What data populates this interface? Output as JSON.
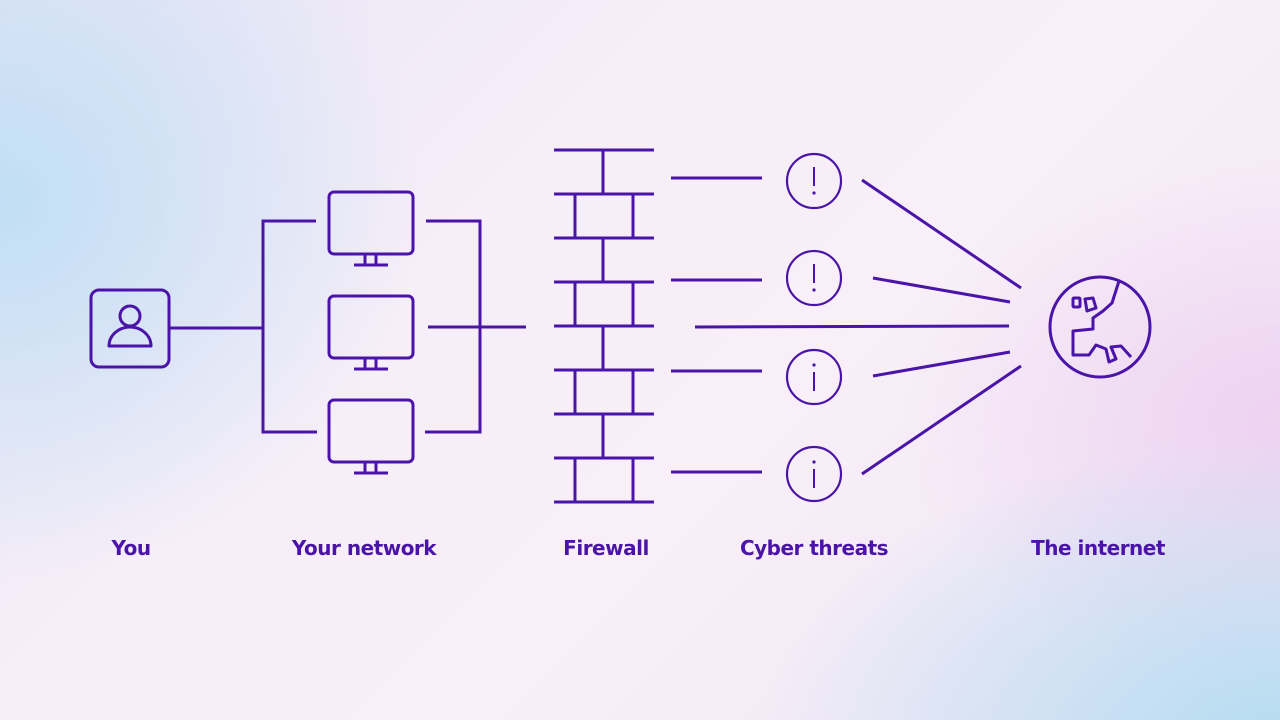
{
  "colors": {
    "stroke": "#4b14a8",
    "label": "#4b14a8"
  },
  "labels": {
    "you": "You",
    "network": "Your network",
    "firewall": "Firewall",
    "threats": "Cyber threats",
    "internet": "The internet"
  },
  "nodes": {
    "you": {
      "icon": "user-icon"
    },
    "network": {
      "devices": [
        "monitor-icon",
        "monitor-icon",
        "monitor-icon"
      ]
    },
    "firewall": {
      "icon": "brick-wall-icon"
    },
    "threats": {
      "items": [
        {
          "icon": "alert-icon",
          "glyph": "!"
        },
        {
          "icon": "alert-icon",
          "glyph": "!"
        },
        {
          "icon": "info-icon",
          "glyph": "i"
        },
        {
          "icon": "info-icon",
          "glyph": "i"
        }
      ]
    },
    "internet": {
      "icon": "globe-icon"
    }
  }
}
